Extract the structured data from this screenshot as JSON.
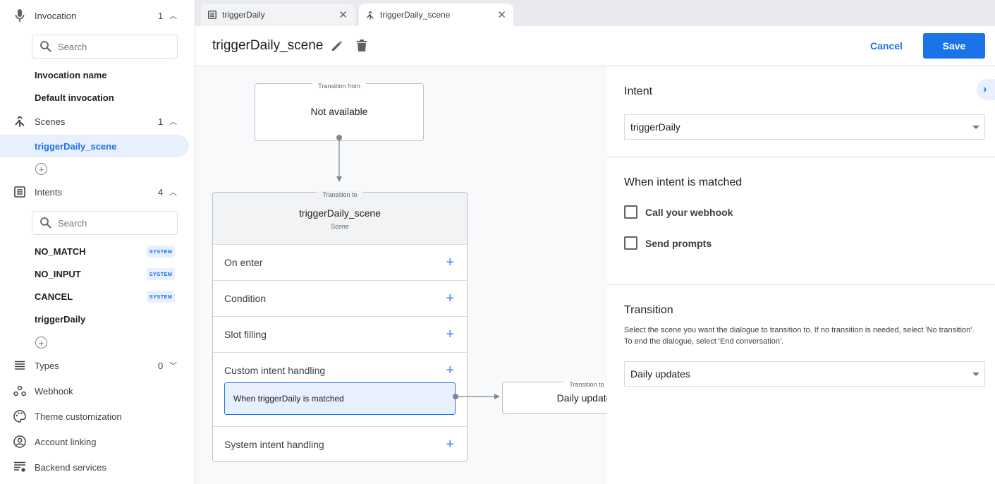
{
  "sidebar": {
    "invocation": {
      "label": "Invocation",
      "count": "1",
      "search_placeholder": "Search",
      "items": [
        "Invocation name",
        "Default invocation"
      ]
    },
    "scenes": {
      "label": "Scenes",
      "count": "1",
      "items": [
        "triggerDaily_scene"
      ]
    },
    "intents": {
      "label": "Intents",
      "count": "4",
      "search_placeholder": "Search",
      "items": [
        {
          "label": "NO_MATCH",
          "badge": "SYSTEM"
        },
        {
          "label": "NO_INPUT",
          "badge": "SYSTEM"
        },
        {
          "label": "CANCEL",
          "badge": "SYSTEM"
        },
        {
          "label": "triggerDaily"
        }
      ]
    },
    "types": {
      "label": "Types",
      "count": "0"
    },
    "webhook": "Webhook",
    "theme": "Theme customization",
    "account": "Account linking",
    "backend": "Backend services"
  },
  "tabs": [
    {
      "label": "triggerDaily",
      "icon": "intent-list-icon"
    },
    {
      "label": "triggerDaily_scene",
      "icon": "scene-merge-icon",
      "active": true
    }
  ],
  "header": {
    "title": "triggerDaily_scene",
    "cancel": "Cancel",
    "save": "Save"
  },
  "canvas": {
    "from_node": {
      "caption": "Transition from",
      "text": "Not available"
    },
    "scene_node": {
      "caption": "Transition to",
      "title": "triggerDaily_scene",
      "subtitle": "Scene",
      "rows": [
        "On enter",
        "Condition",
        "Slot filling",
        "Custom intent handling",
        "System intent handling"
      ],
      "handler": "When triggerDaily is matched"
    },
    "target_node": {
      "caption": "Transition to",
      "text": "Daily updates"
    }
  },
  "panel": {
    "intent_title": "Intent",
    "intent_value": "triggerDaily",
    "matched_title": "When intent is matched",
    "checkboxes": [
      {
        "label": "Call your webhook",
        "checked": false
      },
      {
        "label": "Send prompts",
        "checked": false
      }
    ],
    "transition_title": "Transition",
    "transition_desc": "Select the scene you want the dialogue to transition to. If no transition is needed, select 'No transition'. To end the dialogue, select 'End conversation'.",
    "transition_value": "Daily updates"
  },
  "colors": {
    "accent": "#1a73e8",
    "selected_bg": "#e8f0fe"
  }
}
